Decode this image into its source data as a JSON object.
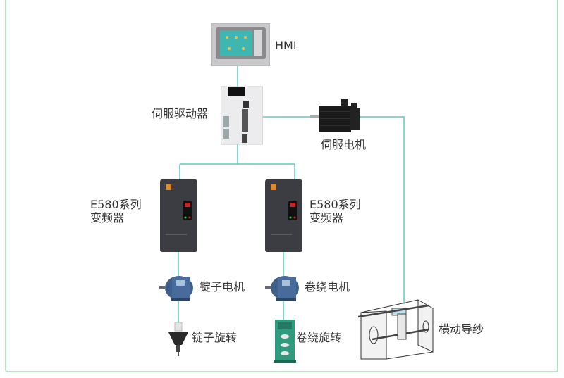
{
  "colors": {
    "wire": "#5ccac4",
    "frame": "#b9e2c4"
  },
  "nodes": {
    "hmi": {
      "label": "HMI"
    },
    "servo_drive": {
      "label": "伺服驱动器"
    },
    "servo_motor": {
      "label": "伺服电机"
    },
    "vfd_left": {
      "line1": "E580系列",
      "line2": "变频器"
    },
    "vfd_right": {
      "line1": "E580系列",
      "line2": "变频器"
    },
    "spindle_motor": {
      "label": "锭子电机"
    },
    "winding_motor": {
      "label": "卷绕电机"
    },
    "spindle_rotation": {
      "label": "锭子旋转"
    },
    "winding_rotation": {
      "label": "卷绕旋转"
    },
    "traverse_guide": {
      "label": "横动导纱"
    }
  }
}
